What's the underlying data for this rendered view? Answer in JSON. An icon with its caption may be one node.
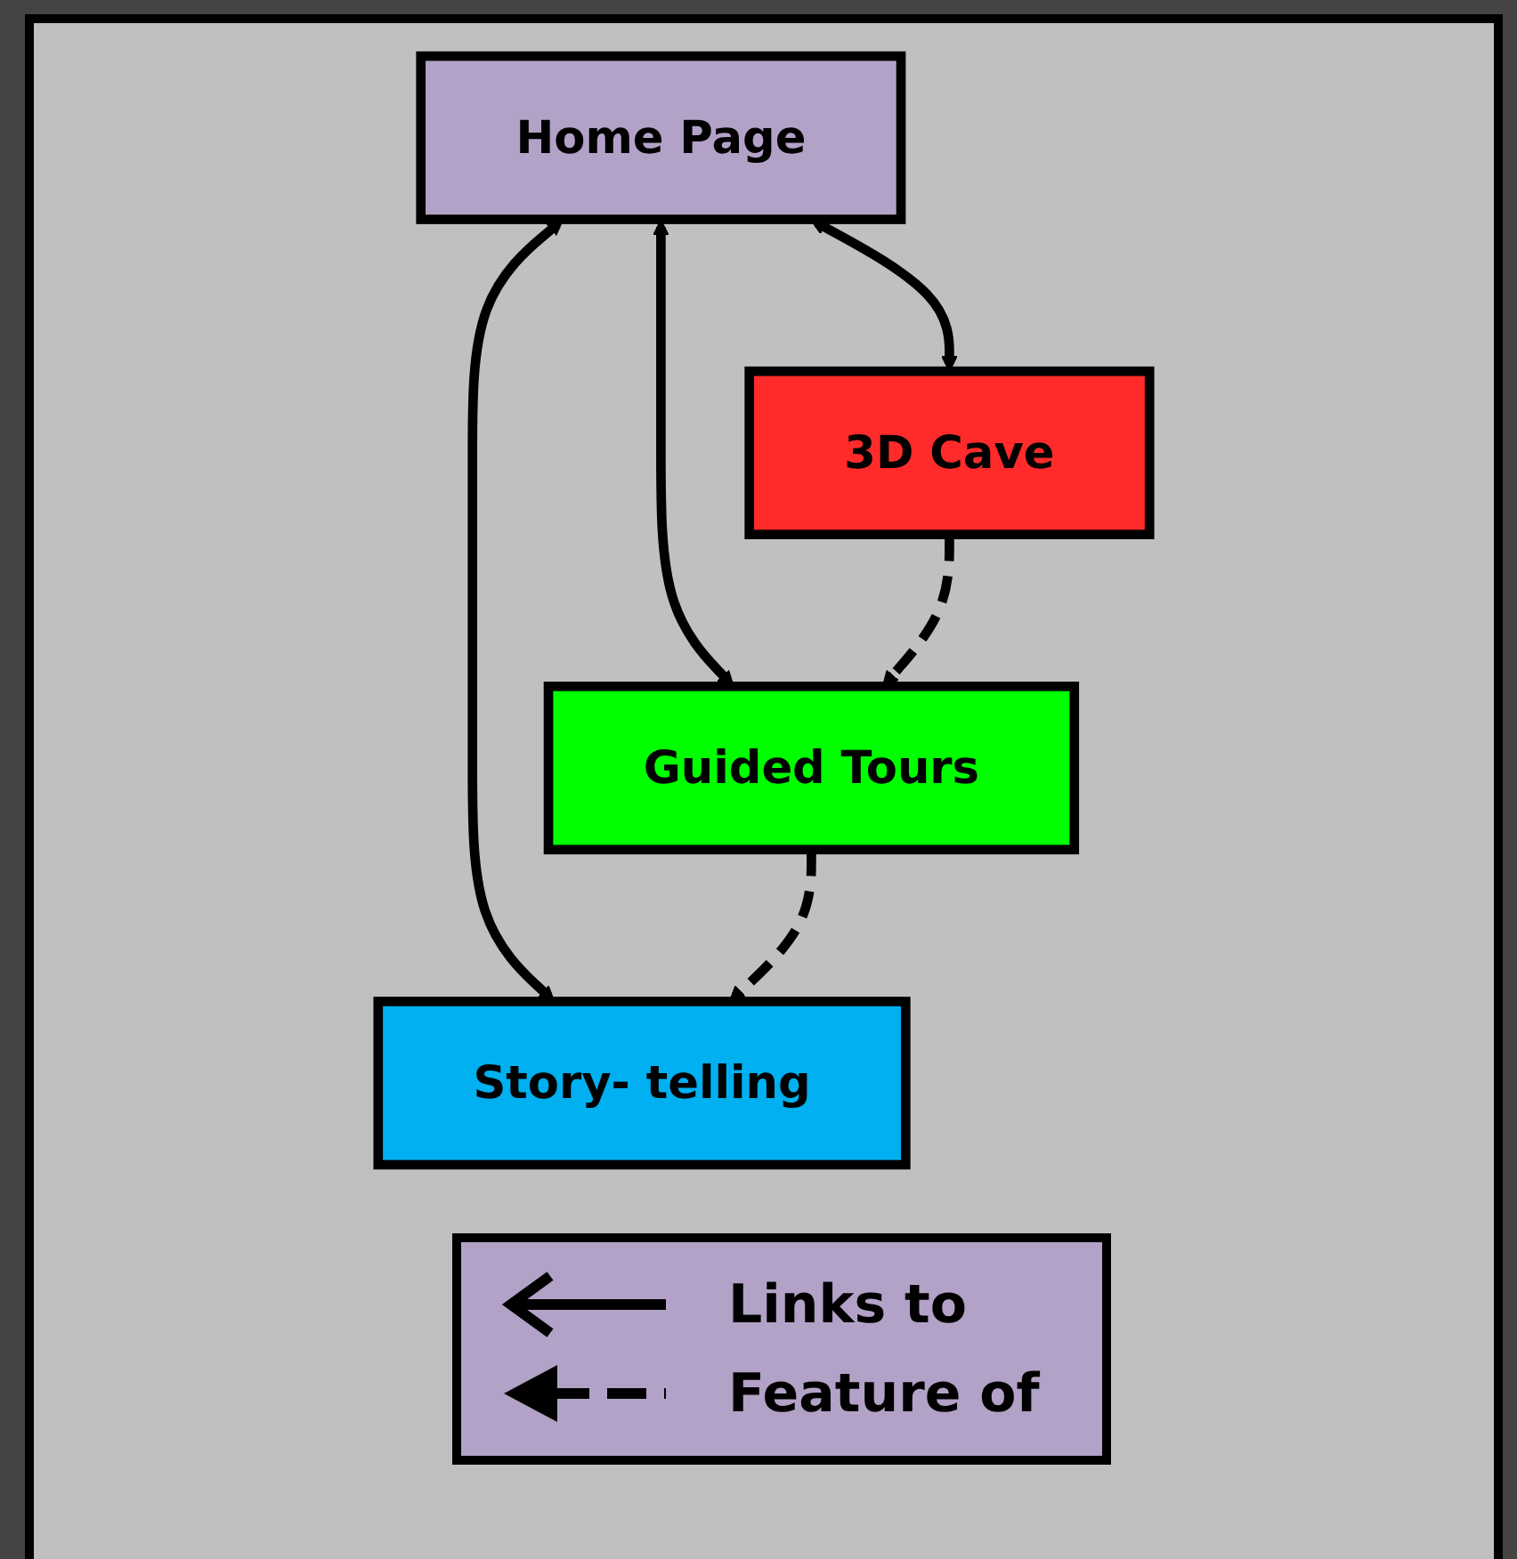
{
  "diagram": {
    "nodes": [
      {
        "text": [
          "Home Page"
        ]
      },
      {
        "text": [
          "3D Cave"
        ]
      },
      {
        "text": [
          "Guided Tours"
        ]
      },
      {
        "text": [
          "Story- telling"
        ]
      }
    ],
    "edges": [
      {
        "from": 0,
        "to": 1,
        "arrow": "both"
      },
      {
        "from": 0,
        "to": 2,
        "arrow": "both"
      },
      {
        "from": 0,
        "to": 3,
        "arrow": "both"
      },
      {
        "from": 1,
        "to": 2,
        "arrow": "to",
        "style": "dashed"
      },
      {
        "from": 2,
        "to": 3,
        "arrow": "to",
        "style": "dashed"
      }
    ],
    "legend": [
      {
        "text": "Links to"
      },
      {
        "text": "Feature of"
      }
    ]
  }
}
